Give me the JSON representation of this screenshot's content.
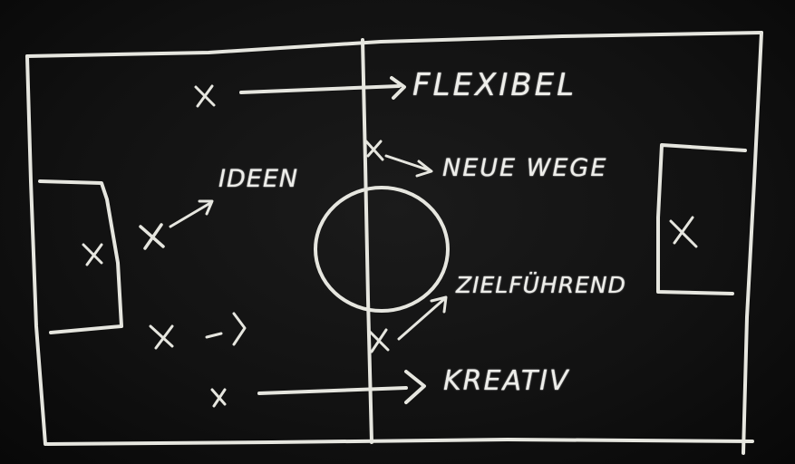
{
  "labels": {
    "flexibel": "FLEXIBEL",
    "neue_wege": "NEUE WEGE",
    "ideen": "IDEEN",
    "zielfuehrend": "ZIELFÜHREND",
    "kreativ": "KREATIV"
  },
  "colors": {
    "board": "#111111",
    "chalk": "#e6e6df"
  }
}
